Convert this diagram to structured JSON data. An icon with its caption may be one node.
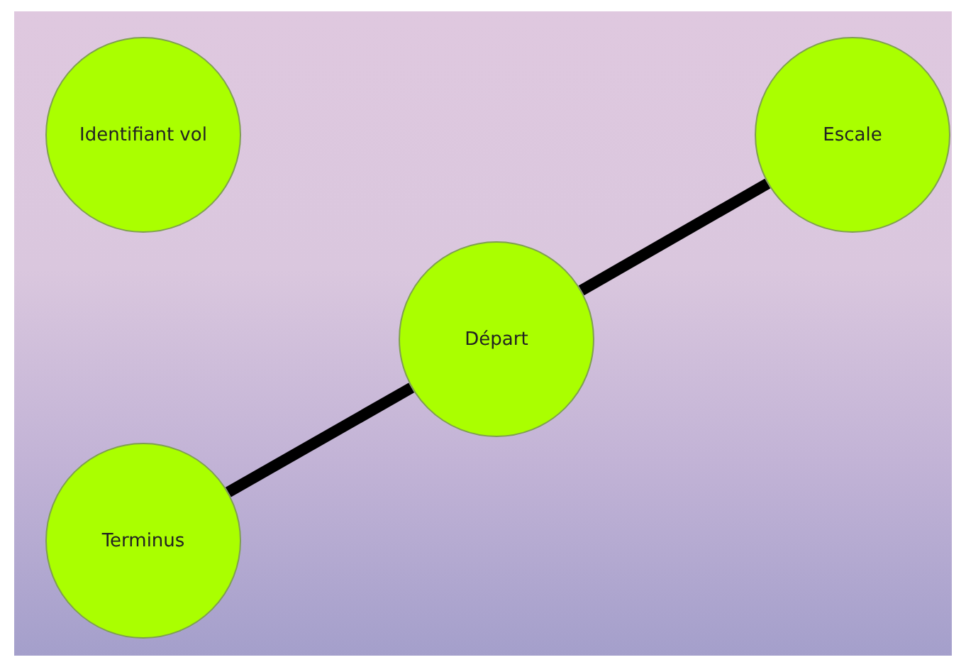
{
  "diagram": {
    "nodes": [
      {
        "text": [
          "Identifiant vol"
        ]
      },
      {
        "text": [
          "Escale"
        ]
      },
      {
        "text": [
          "Départ"
        ]
      },
      {
        "text": [
          "Terminus"
        ]
      }
    ],
    "edges": [
      {
        "from": 3,
        "to": 2,
        "arrow": "none"
      },
      {
        "from": 2,
        "to": 1,
        "arrow": "none"
      }
    ]
  }
}
